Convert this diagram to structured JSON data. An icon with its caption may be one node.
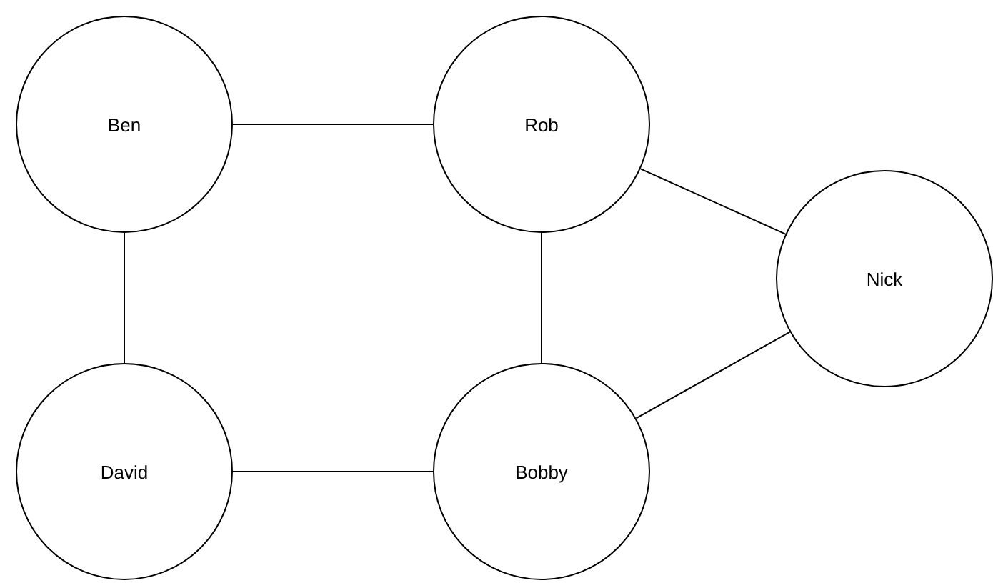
{
  "diagram": {
    "nodes": [
      {
        "text": [
          "Ben"
        ]
      },
      {
        "text": [
          "Rob"
        ]
      },
      {
        "text": [
          "Nick"
        ]
      },
      {
        "text": [
          "David"
        ]
      },
      {
        "text": [
          "Bobby"
        ]
      }
    ],
    "edges": [
      {
        "from": 0,
        "to": 1,
        "arrow": "none"
      },
      {
        "from": 1,
        "to": 2,
        "arrow": "none"
      },
      {
        "from": 0,
        "to": 3,
        "arrow": "none"
      },
      {
        "from": 1,
        "to": 4,
        "arrow": "none"
      },
      {
        "from": 3,
        "to": 4,
        "arrow": "none"
      },
      {
        "from": 4,
        "to": 2,
        "arrow": "none"
      }
    ]
  }
}
